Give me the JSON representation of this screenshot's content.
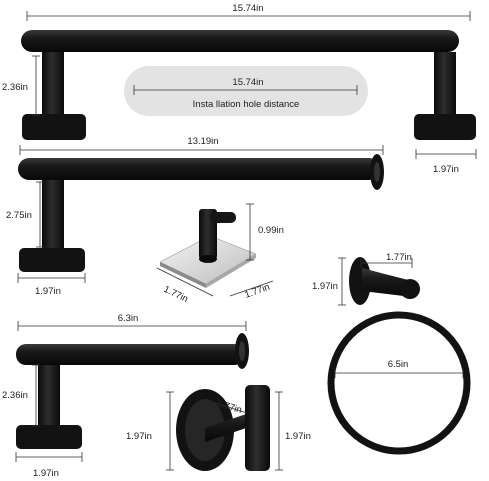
{
  "colors": {
    "hardware": "#121212",
    "hardware_highlight": "#3a3a3a",
    "dimension_line": "#333333",
    "note_pill": "#e3e3e3",
    "background": "#ffffff"
  },
  "towel_bar_large": {
    "width": "15.74in",
    "height": "2.36in",
    "base_diameter": "1.97in",
    "hole_note_value": "15.74in",
    "hole_note_text": "Insta llation hole distance"
  },
  "towel_bar_medium": {
    "width": "13.19in",
    "height": "2.75in",
    "base_diameter": "1.97in"
  },
  "adhesive_hook": {
    "height": "0.99in",
    "base_width": "1.77in",
    "base_depth": "1.77in"
  },
  "towel_ring": {
    "base_width": "1.77in",
    "base_height": "1.97in",
    "ring_diameter": "6.5in"
  },
  "paper_holder": {
    "width": "6.3in",
    "height": "2.36in",
    "base_diameter": "1.97in"
  },
  "robe_hook": {
    "base_diameter": "1.97in",
    "depth": "1.77in",
    "height": "1.97in"
  }
}
